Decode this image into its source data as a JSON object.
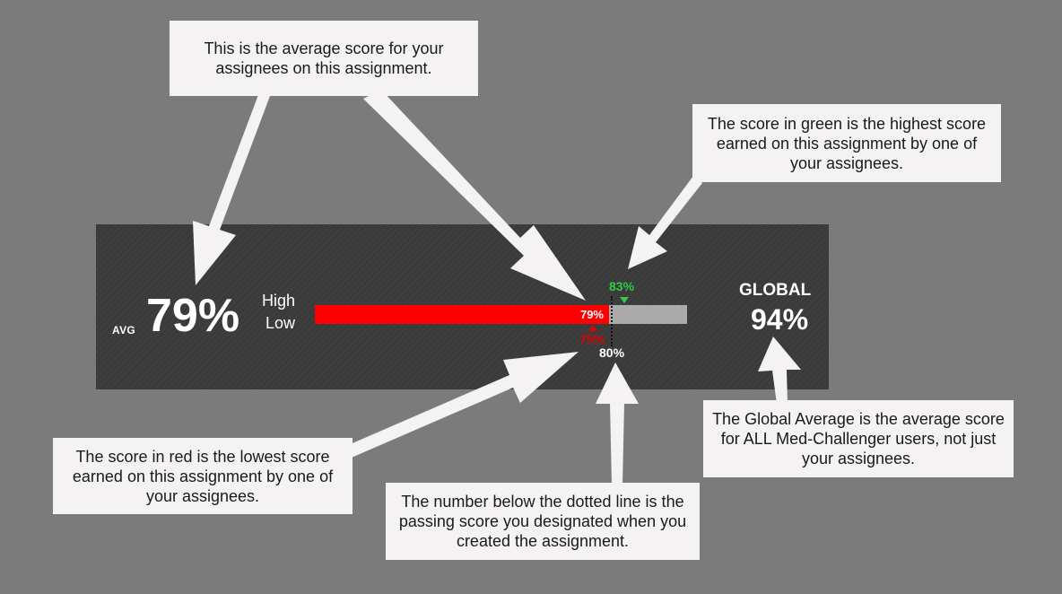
{
  "widget": {
    "avg_label": "AVG",
    "avg_value": "79%",
    "high_label": "High",
    "low_label": "Low",
    "bar": {
      "average_fraction": 0.79,
      "average_label": "79%",
      "high_score": "83%",
      "low_score": "75%",
      "passing_score": "80%",
      "fill_color": "#ff0000",
      "track_color": "#aaaaaa",
      "high_color": "#2ecc40",
      "low_color": "#e00000"
    },
    "global_label": "GLOBAL",
    "global_value": "94%"
  },
  "callouts": {
    "average": "This is the average score for your assignees on this assignment.",
    "high": "The score in green is the highest score earned on this assignment by one of your assignees.",
    "global": "The Global Average is the average score for ALL Med-Challenger users, not just your assignees.",
    "low": "The score in red is the lowest score earned on this assignment by one of your assignees.",
    "passing": "The number below the dotted line is the passing score you designated when you created the assignment."
  },
  "colors": {
    "background": "#7b7b7b",
    "panel": "#3a3a3a",
    "callout_bg": "#f4f2f2"
  }
}
